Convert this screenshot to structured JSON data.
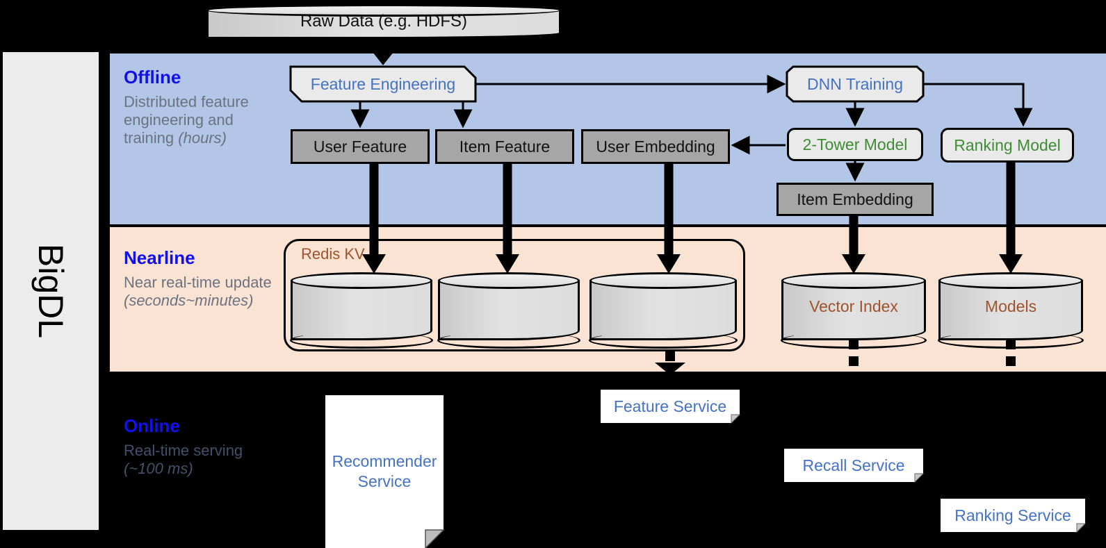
{
  "platform": {
    "name": "BigDL"
  },
  "bands": {
    "offline": {
      "title": "Offline",
      "subtitle_plain": "Distributed feature engineering and training ",
      "subtitle_italic": "(hours)"
    },
    "nearline": {
      "title": "Nearline",
      "subtitle_plain": "Near real-time update ",
      "subtitle_italic": "(seconds~minutes)"
    },
    "online": {
      "title": "Online",
      "subtitle_plain": "Real-time serving ",
      "subtitle_italic": "(~100 ms)"
    }
  },
  "nodes": {
    "raw_data": {
      "label": "Raw Data (e.g. HDFS)"
    },
    "feature_eng": {
      "label": "Feature Engineering"
    },
    "dnn_training": {
      "label": "DNN Training"
    },
    "user_feature": {
      "label": "User Feature"
    },
    "item_feature": {
      "label": "Item Feature"
    },
    "user_embedding": {
      "label": "User Embedding"
    },
    "two_tower_model": {
      "label": "2-Tower Model"
    },
    "ranking_model": {
      "label": "Ranking Model"
    },
    "item_embedding": {
      "label": "Item Embedding"
    },
    "redis_kv": {
      "label": "Redis KV"
    },
    "kv_store_1": {
      "label": ""
    },
    "kv_store_2": {
      "label": ""
    },
    "kv_store_3": {
      "label": ""
    },
    "vector_index": {
      "label": "Vector Index"
    },
    "models_store": {
      "label": "Models"
    },
    "recommender_service": {
      "label": "Recommender Service"
    },
    "feature_service": {
      "label": "Feature Service"
    },
    "recall_service": {
      "label": "Recall Service"
    },
    "ranking_service": {
      "label": "Ranking Service"
    }
  },
  "colors": {
    "offline_band": "#b3c6e7",
    "nearline_band": "#fbe3d4",
    "online_band": "#000000",
    "band_title": "#1111ee",
    "blue_text": "#4472c4",
    "green_text": "#3f8c35",
    "brown_text": "#a0522d",
    "gray_box": "#a6a6a6",
    "panel_gray": "#ececec"
  }
}
